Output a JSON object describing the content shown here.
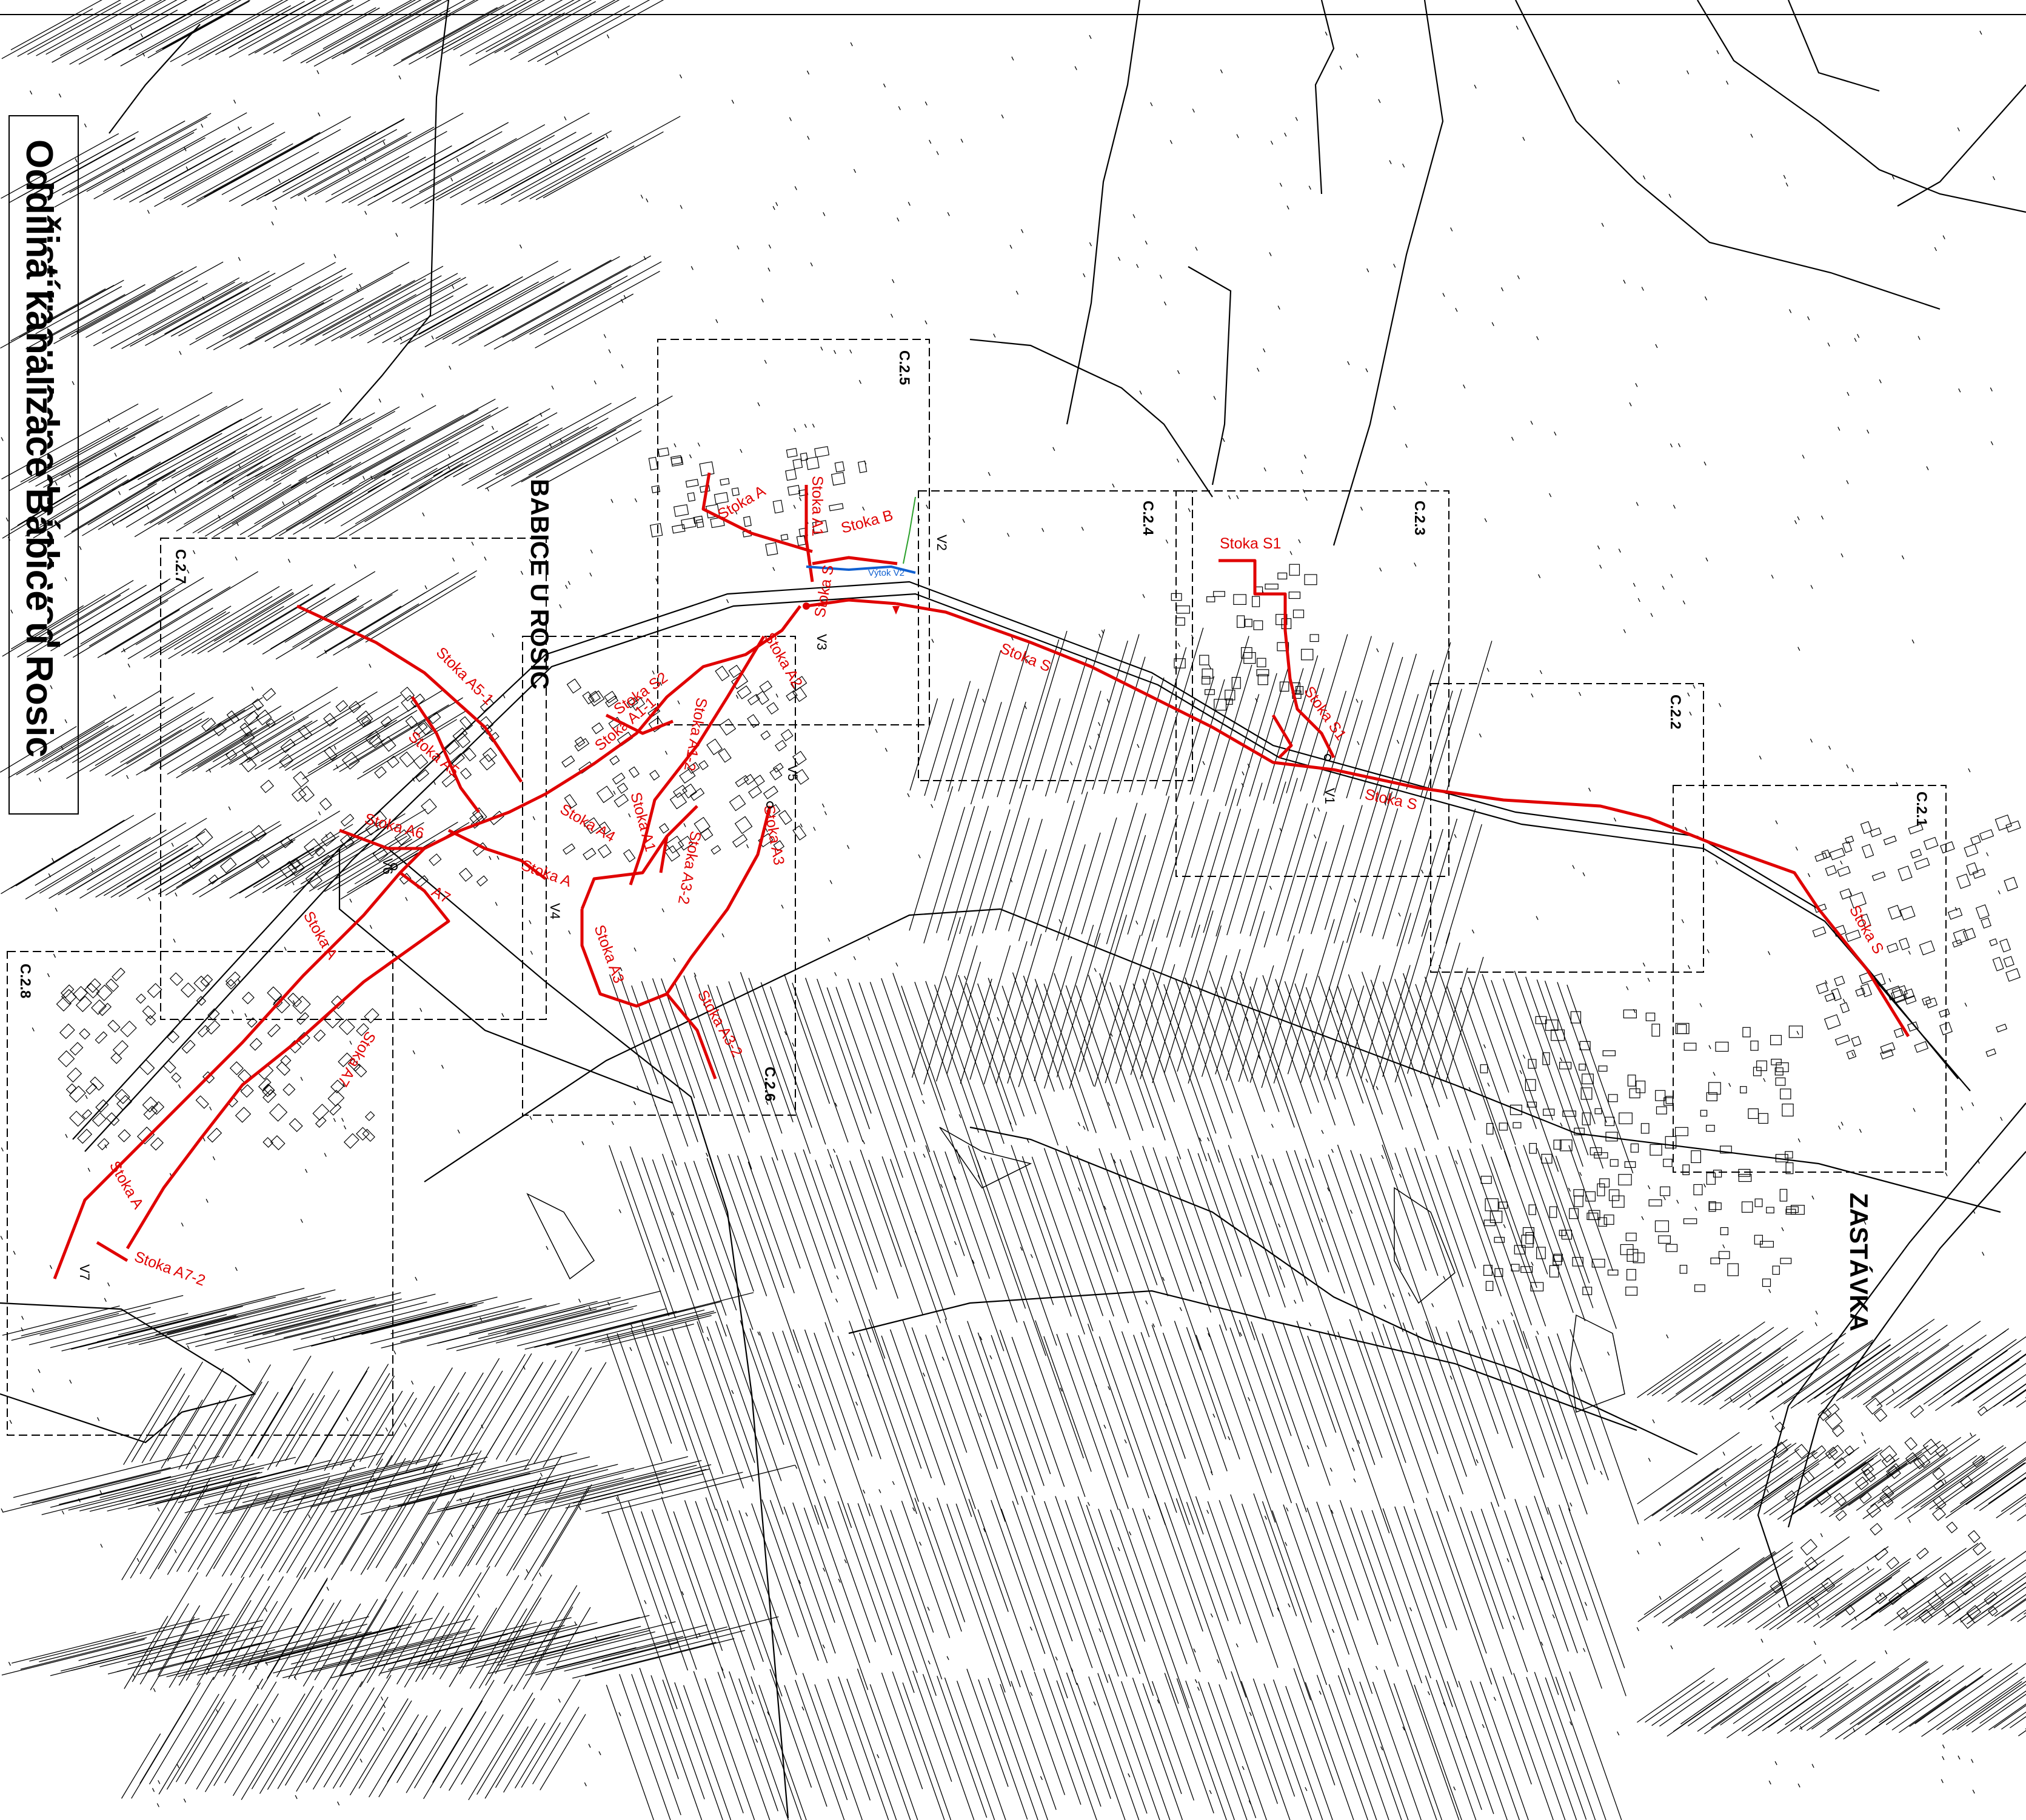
{
  "title": {
    "line1": "Oddílná kanalizace Babice u Rosic",
    "line2": "s čistírnou odpadních vod"
  },
  "towns": {
    "babice": "BABICE U ROSIC",
    "zastavka": "ZASTÁVKA"
  },
  "sheets": [
    "C.2.1",
    "C.2.2",
    "C.2.3",
    "C.2.4",
    "C.2.5",
    "C.2.6",
    "C.2.7",
    "C.2.8"
  ],
  "sewers": {
    "s_main": "Stoka S",
    "s_main2": "Stoka S",
    "s_main3": "Stoka S",
    "s1": "Stoka S1",
    "s1b": "Stoka S1",
    "a": "Stoka A",
    "a_top": "Stoka A",
    "a_mid": "Stoka A",
    "a1": "Stoka A1",
    "a1_1": "Stoka A1-1",
    "a1_2": "Stoka A1-2",
    "a2": "Stoka A2",
    "a3": "Stoka A3",
    "a3b": "Stoka A3",
    "a3_2": "Stoka A3-2",
    "a4": "Stoka A4",
    "a5": "Stoka A5",
    "a5_1": "Stoka A5-1",
    "a6": "Stoka A6",
    "a7": "Stoka A7",
    "a7_2": "Stoka A7-2",
    "a7_short": "A7",
    "b": "Stoka B",
    "s2": "Stoka S2"
  },
  "markers": {
    "v1": "V1",
    "v2": "V2",
    "v3": "V3",
    "v4": "V4",
    "v5": "V5",
    "v6": "V6",
    "v7": "V7"
  },
  "outlet": "Výtok V2",
  "colors": {
    "sewer_red": "#e00000",
    "outlet_blue": "#1060d0",
    "outlet_green": "#2aa02a",
    "linework": "#000000",
    "background": "#ffffff"
  }
}
